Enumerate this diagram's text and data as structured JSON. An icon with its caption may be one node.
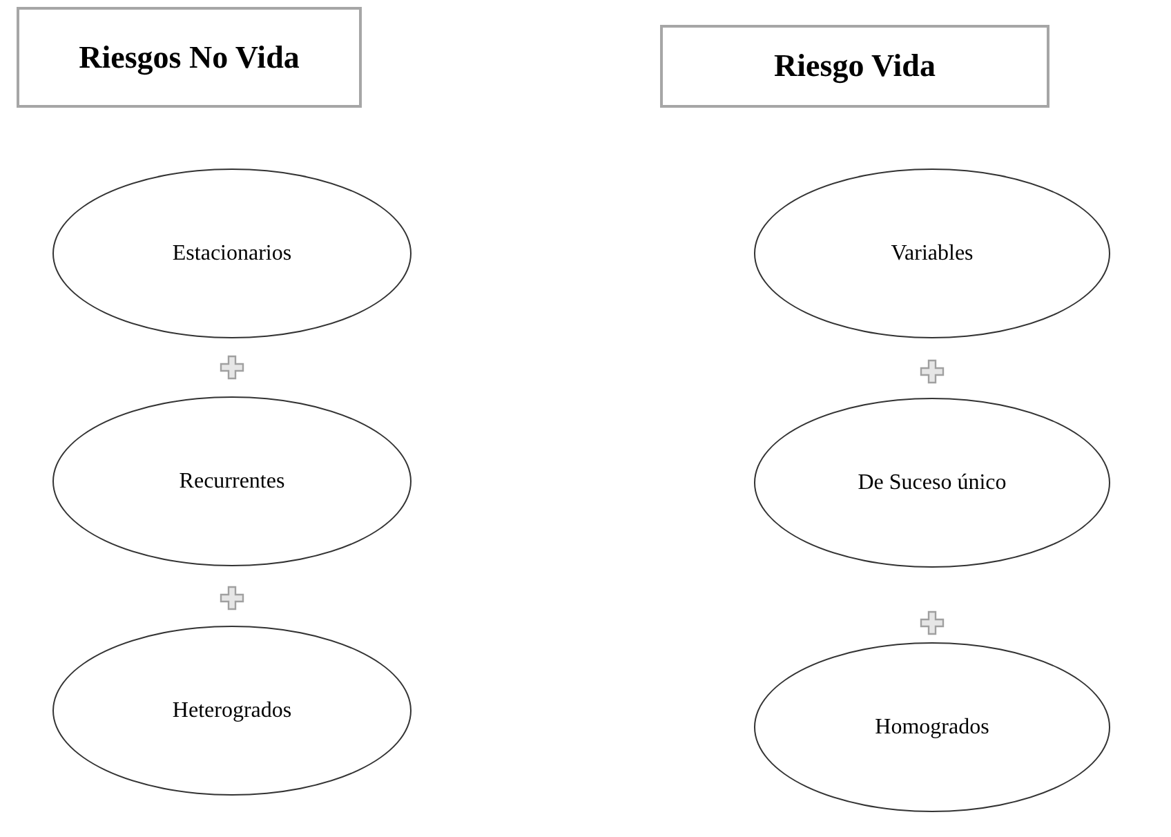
{
  "diagram": {
    "nodes": [
      {
        "text": [
          "Riesgos No Vida"
        ]
      },
      {
        "text": [
          "Estacionarios"
        ]
      },
      {
        "text": [
          "Recurrentes"
        ]
      },
      {
        "text": [
          "Heterogrados"
        ]
      },
      {
        "text": [
          "Riesgo Vida"
        ]
      },
      {
        "text": [
          "Variables"
        ]
      },
      {
        "text": [
          "De Suceso único"
        ]
      },
      {
        "text": [
          "Homogrados"
        ]
      }
    ],
    "edges": []
  }
}
